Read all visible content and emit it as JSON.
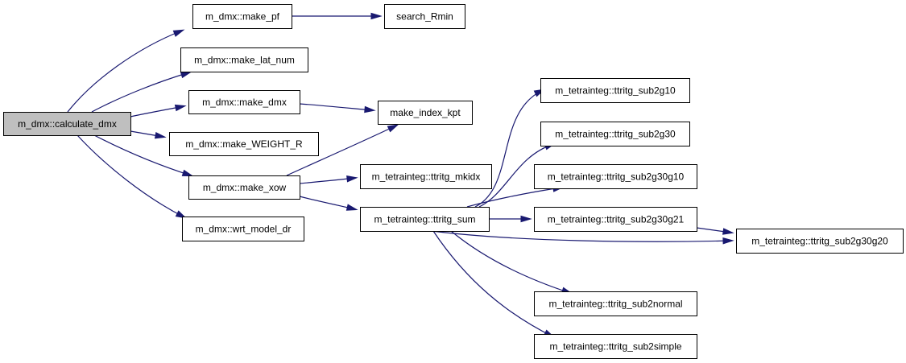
{
  "diagram": {
    "colors": {
      "edge": "#191970",
      "root_fill": "#bfbfbf",
      "node_fill": "#ffffff",
      "border": "#000000"
    },
    "nodes": [
      {
        "id": "calculate_dmx",
        "label": "m_dmx::calculate_dmx",
        "root": true
      },
      {
        "id": "make_pf",
        "label": "m_dmx::make_pf"
      },
      {
        "id": "search_Rmin",
        "label": "search_Rmin"
      },
      {
        "id": "make_lat_num",
        "label": "m_dmx::make_lat_num"
      },
      {
        "id": "make_dmx",
        "label": "m_dmx::make_dmx"
      },
      {
        "id": "make_index_kpt",
        "label": "make_index_kpt"
      },
      {
        "id": "make_WEIGHT_R",
        "label": "m_dmx::make_WEIGHT_R"
      },
      {
        "id": "make_xow",
        "label": "m_dmx::make_xow"
      },
      {
        "id": "ttritg_mkidx",
        "label": "m_tetrainteg::ttritg_mkidx"
      },
      {
        "id": "ttritg_sum",
        "label": "m_tetrainteg::ttritg_sum"
      },
      {
        "id": "wrt_model_dr",
        "label": "m_dmx::wrt_model_dr"
      },
      {
        "id": "ttritg_sub2g10",
        "label": "m_tetrainteg::ttritg_sub2g10"
      },
      {
        "id": "ttritg_sub2g30",
        "label": "m_tetrainteg::ttritg_sub2g30"
      },
      {
        "id": "ttritg_sub2g30g10",
        "label": "m_tetrainteg::ttritg_sub2g30g10"
      },
      {
        "id": "ttritg_sub2g30g21",
        "label": "m_tetrainteg::ttritg_sub2g30g21"
      },
      {
        "id": "ttritg_sub2g30g20",
        "label": "m_tetrainteg::ttritg_sub2g30g20"
      },
      {
        "id": "ttritg_sub2normal",
        "label": "m_tetrainteg::ttritg_sub2normal"
      },
      {
        "id": "ttritg_sub2simple",
        "label": "m_tetrainteg::ttritg_sub2simple"
      }
    ],
    "edges": [
      {
        "from": "calculate_dmx",
        "to": "make_pf"
      },
      {
        "from": "calculate_dmx",
        "to": "make_lat_num"
      },
      {
        "from": "calculate_dmx",
        "to": "make_dmx"
      },
      {
        "from": "calculate_dmx",
        "to": "make_WEIGHT_R"
      },
      {
        "from": "calculate_dmx",
        "to": "make_xow"
      },
      {
        "from": "calculate_dmx",
        "to": "wrt_model_dr"
      },
      {
        "from": "make_pf",
        "to": "search_Rmin"
      },
      {
        "from": "make_dmx",
        "to": "make_index_kpt"
      },
      {
        "from": "make_xow",
        "to": "make_index_kpt"
      },
      {
        "from": "make_xow",
        "to": "ttritg_mkidx"
      },
      {
        "from": "make_xow",
        "to": "ttritg_sum"
      },
      {
        "from": "ttritg_sum",
        "to": "ttritg_sub2g10"
      },
      {
        "from": "ttritg_sum",
        "to": "ttritg_sub2g30"
      },
      {
        "from": "ttritg_sum",
        "to": "ttritg_sub2g30g10"
      },
      {
        "from": "ttritg_sum",
        "to": "ttritg_sub2g30g21"
      },
      {
        "from": "ttritg_sum",
        "to": "ttritg_sub2g30g20"
      },
      {
        "from": "ttritg_sum",
        "to": "ttritg_sub2normal"
      },
      {
        "from": "ttritg_sum",
        "to": "ttritg_sub2simple"
      },
      {
        "from": "ttritg_sub2g30g21",
        "to": "ttritg_sub2g30g20"
      }
    ]
  }
}
